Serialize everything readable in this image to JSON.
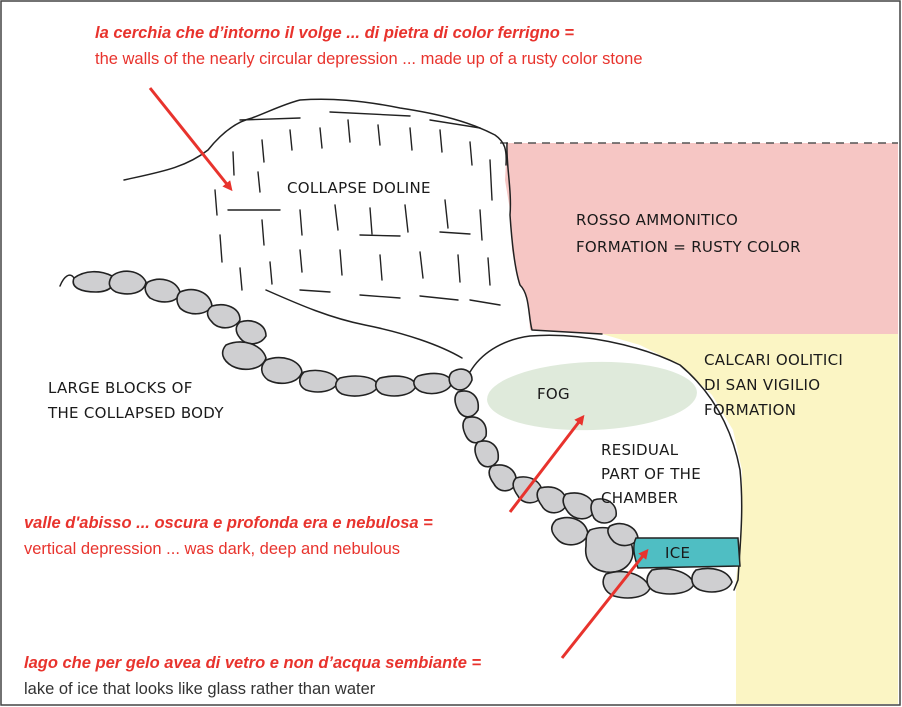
{
  "colors": {
    "rosso": "#f6c6c4",
    "calcari": "#fbf5c4",
    "fog": "#dfeadb",
    "ice": "#4fbec3",
    "block": "#cfcfd1",
    "annotation": "#e8332d"
  },
  "labels": {
    "collapse_doline": "COLLAPSE DOLINE",
    "rosso_line1": "ROSSO  AMMONITICO",
    "rosso_line2": "FORMATION = RUSTY  COLOR",
    "calcari_line1": "CALCARI  OOLITICI",
    "calcari_line2": "DI  SAN  VIGILIO",
    "calcari_line3": "FORMATION",
    "blocks_line1": "LARGE  BLOCKS  OF",
    "blocks_line2": "THE COLLAPSED  BODY",
    "fog": "FOG",
    "residual_line1": "RESIDUAL",
    "residual_line2": "PART OF THE",
    "residual_line3": "CHAMBER",
    "ice": "ICE"
  },
  "annotations": {
    "top_italian": "la cerchia che d’intorno il volge ... di pietra di color ferrigno =",
    "top_english": "the walls of the nearly circular depression ... made up of a rusty color stone",
    "mid_italian": "valle d'abisso ... oscura e profonda era e nebulosa =",
    "mid_english": "vertical depression ... was dark, deep and nebulous",
    "bottom_italian": "lago che per gelo avea di vetro e non d’acqua sembiante =",
    "bottom_english": "lake of ice that looks like glass rather than water"
  }
}
